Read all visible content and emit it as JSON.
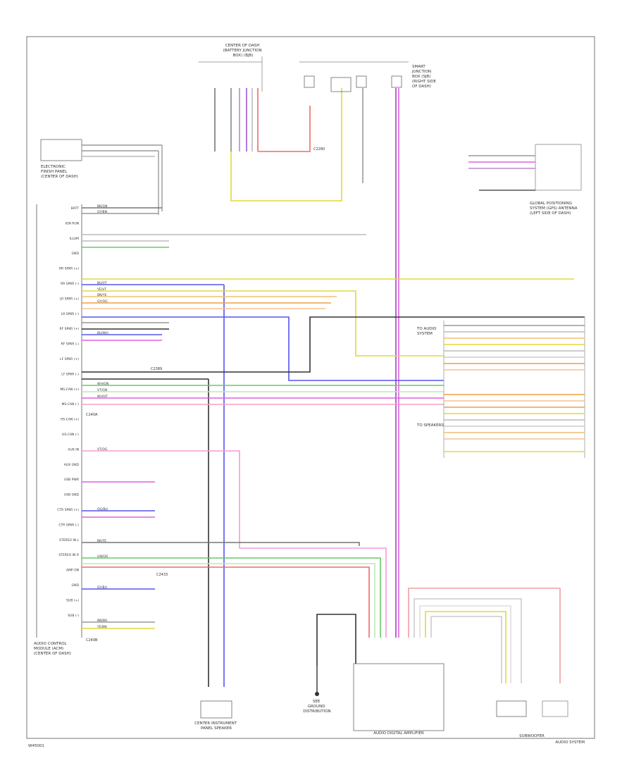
{
  "modules": {
    "audio_control": [
      "AUDIO CONTROL",
      "MODULE (ACM)",
      "(CENTER OF DASH)"
    ],
    "audio_amplifier": "AUDIO DIGITAL AMPLIFIER",
    "subwoofer": "SUBWOOFER",
    "center_speaker": [
      "CENTER INSTRUMENT",
      "PANEL SPEAKER"
    ],
    "electronic_finish_panel": [
      "ELECTRONIC",
      "FINISH PANEL",
      "(CENTER OF DASH)"
    ],
    "smart_junction_box": [
      "SMART",
      "JUNCTION",
      "BOX (SJB)",
      "(RIGHT SIDE",
      "OF DASH)"
    ],
    "gps_antenna": [
      "GLOBAL POSITIONING",
      "SYSTEM (GPS) ANTENNA",
      "(LEFT SIDE OF DASH)"
    ],
    "fuse_box": [
      "CENTER OF DASH",
      "(BATTERY JUNCTION",
      "BOX) (BJB)"
    ]
  },
  "connector_ids": [
    "C240A",
    "C240B",
    "C2280",
    "C2389",
    "C2433"
  ],
  "acm_pins": [
    "BATT",
    "IGN RUN",
    "ILLUM",
    "GND",
    "RR SPKR (+)",
    "RR SPKR (-)",
    "LR SPKR (+)",
    "LR SPKR (-)",
    "RF SPKR (+)",
    "RF SPKR (-)",
    "LF SPKR (+)",
    "LF SPKR (-)",
    "MS-CAN (+)",
    "MS-CAN (-)",
    "HS-CAN (+)",
    "HS-CAN (-)",
    "AUX IN",
    "AUX GND",
    "USB PWR",
    "USB GND",
    "CTR SPKR (+)",
    "CTR SPKR (-)",
    "STEREO IN L",
    "STEREO IN R",
    "AMP ON",
    "GND",
    "SUB (+)",
    "SUB (-)"
  ],
  "wire_colors": [
    "BK/GN",
    "GY/BN",
    "BU/VT",
    "YE/VT",
    "BN/YE",
    "GY/OG",
    "WH/GN",
    "BU/WH",
    "VT/GN",
    "WH/VT",
    "GN/OG",
    "VT/OG",
    "BK/YE",
    "OG/BU",
    "BN/BU",
    "GY/BU",
    "YE/BN",
    "RD",
    "VT",
    "YE",
    "GN",
    "BU",
    "GY"
  ],
  "notes": [
    "TO AUDIO",
    "SYSTEM",
    "TO SPEAKERS",
    "SEE",
    "GROUND",
    "DISTRIBUTION"
  ],
  "footer": {
    "left_code": "W45001",
    "right_code": "AUDIO SYSTEM"
  },
  "colors": {
    "red": "#f06a6a",
    "magenta": "#e060e0",
    "pink": "#f59ad8",
    "yellow": "#e2d83c",
    "orange": "#f0a040",
    "green": "#66cc66",
    "blue": "#5555ee",
    "violet": "#a055d0",
    "gray": "#999999",
    "black": "#333333"
  }
}
